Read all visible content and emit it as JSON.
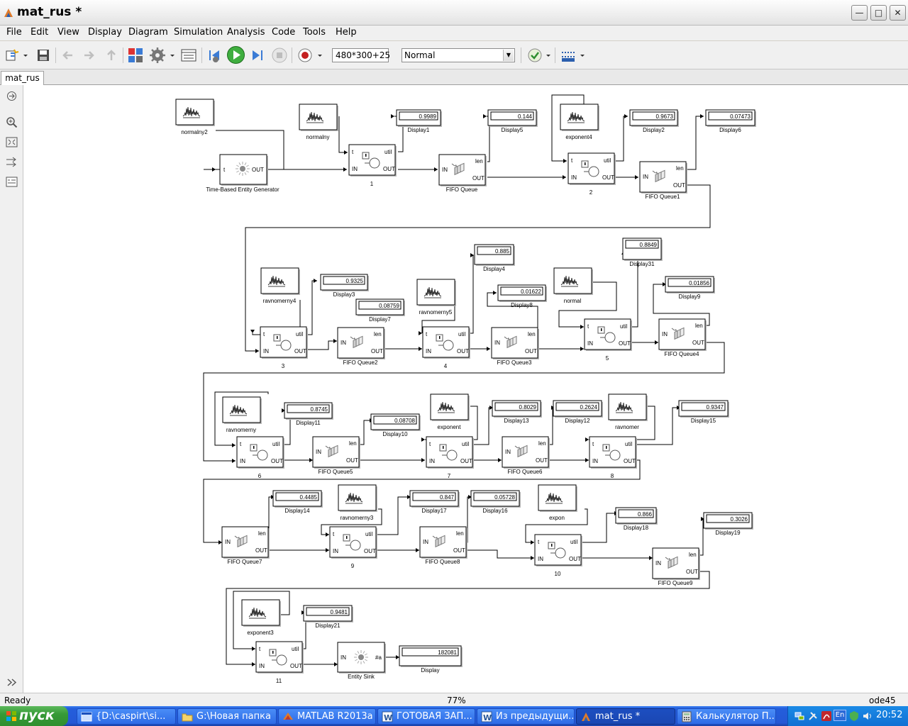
{
  "window": {
    "title": "mat_rus *",
    "buttons": [
      "minimize",
      "maximize",
      "close"
    ]
  },
  "menu": [
    "File",
    "Edit",
    "View",
    "Display",
    "Diagram",
    "Simulation",
    "Analysis",
    "Code",
    "Tools",
    "Help"
  ],
  "toolbar": {
    "stop_time": "480*300+25",
    "sim_mode": "Normal"
  },
  "tab": "mat_rus",
  "status": {
    "left": "Ready",
    "zoom": "77%",
    "solver": "ode45"
  },
  "taskbar": {
    "start": "пуск",
    "tasks": [
      "{D:\\caspirt\\si...",
      "G:\\Новая папка",
      "MATLAB R2013a",
      "ГОТОВАЯ ЗАП...",
      "Из предыдущи...",
      "mat_rus *",
      "Калькулятор П..."
    ],
    "tray_lang": "En",
    "clock": "20:52"
  },
  "port_labels": {
    "t": "t",
    "in": "IN",
    "out": "OUT",
    "util": "util",
    "len": "len",
    "sink_count": "#a"
  },
  "diagram": {
    "generator": {
      "label": "Time-Based Entity Generator"
    },
    "sink": {
      "label": "Entity Sink"
    },
    "generators": [
      {
        "label": "normalny2"
      },
      {
        "label": "normalny"
      },
      {
        "label": "exponent4"
      },
      {
        "label": "ravnomerny4"
      },
      {
        "label": "ravnomerny5"
      },
      {
        "label": "normal"
      },
      {
        "label": "ravnomerny"
      },
      {
        "label": "exponent"
      },
      {
        "label": "ravnomer"
      },
      {
        "label": "ravnomerny3"
      },
      {
        "label": "expon"
      },
      {
        "label": "exponent3"
      }
    ],
    "servers": [
      {
        "label": "1"
      },
      {
        "label": "2"
      },
      {
        "label": "3"
      },
      {
        "label": "4"
      },
      {
        "label": "5"
      },
      {
        "label": "6"
      },
      {
        "label": "7"
      },
      {
        "label": "8"
      },
      {
        "label": "9"
      },
      {
        "label": "10"
      },
      {
        "label": "11"
      }
    ],
    "queues": [
      {
        "label": "FIFO Queue"
      },
      {
        "label": "FIFO Queue1"
      },
      {
        "label": "FIFO Queue2"
      },
      {
        "label": "FIFO Queue3"
      },
      {
        "label": "FIFO Queue4"
      },
      {
        "label": "FIFO Queue5"
      },
      {
        "label": "FIFO Queue6"
      },
      {
        "label": "FIFO Queue7"
      },
      {
        "label": "FIFO Queue8"
      },
      {
        "label": "FIFO Queue9"
      }
    ],
    "displays": [
      {
        "label": "Display1",
        "value": "0.9989"
      },
      {
        "label": "Display5",
        "value": "0.144"
      },
      {
        "label": "Display2",
        "value": "0.9673"
      },
      {
        "label": "Display6",
        "value": "0.07473"
      },
      {
        "label": "Display4",
        "value": "0.885"
      },
      {
        "label": "Display31",
        "value": "0.8849"
      },
      {
        "label": "Display3",
        "value": "0.9325"
      },
      {
        "label": "Display7",
        "value": "0.08759"
      },
      {
        "label": "Display8",
        "value": "0.01622"
      },
      {
        "label": "Display9",
        "value": "0.01856"
      },
      {
        "label": "Display11",
        "value": "0.8745"
      },
      {
        "label": "Display10",
        "value": "0.08708"
      },
      {
        "label": "Display13",
        "value": "0.8029"
      },
      {
        "label": "Display12",
        "value": "0.2624"
      },
      {
        "label": "Display15",
        "value": "0.9347"
      },
      {
        "label": "Display14",
        "value": "0.4485"
      },
      {
        "label": "Display17",
        "value": "0.847"
      },
      {
        "label": "Display16",
        "value": "0.05728"
      },
      {
        "label": "Display18",
        "value": "0.866"
      },
      {
        "label": "Display19",
        "value": "0.3026"
      },
      {
        "label": "Display21",
        "value": "0.9481"
      },
      {
        "label": "Display",
        "value": "182081"
      }
    ]
  }
}
